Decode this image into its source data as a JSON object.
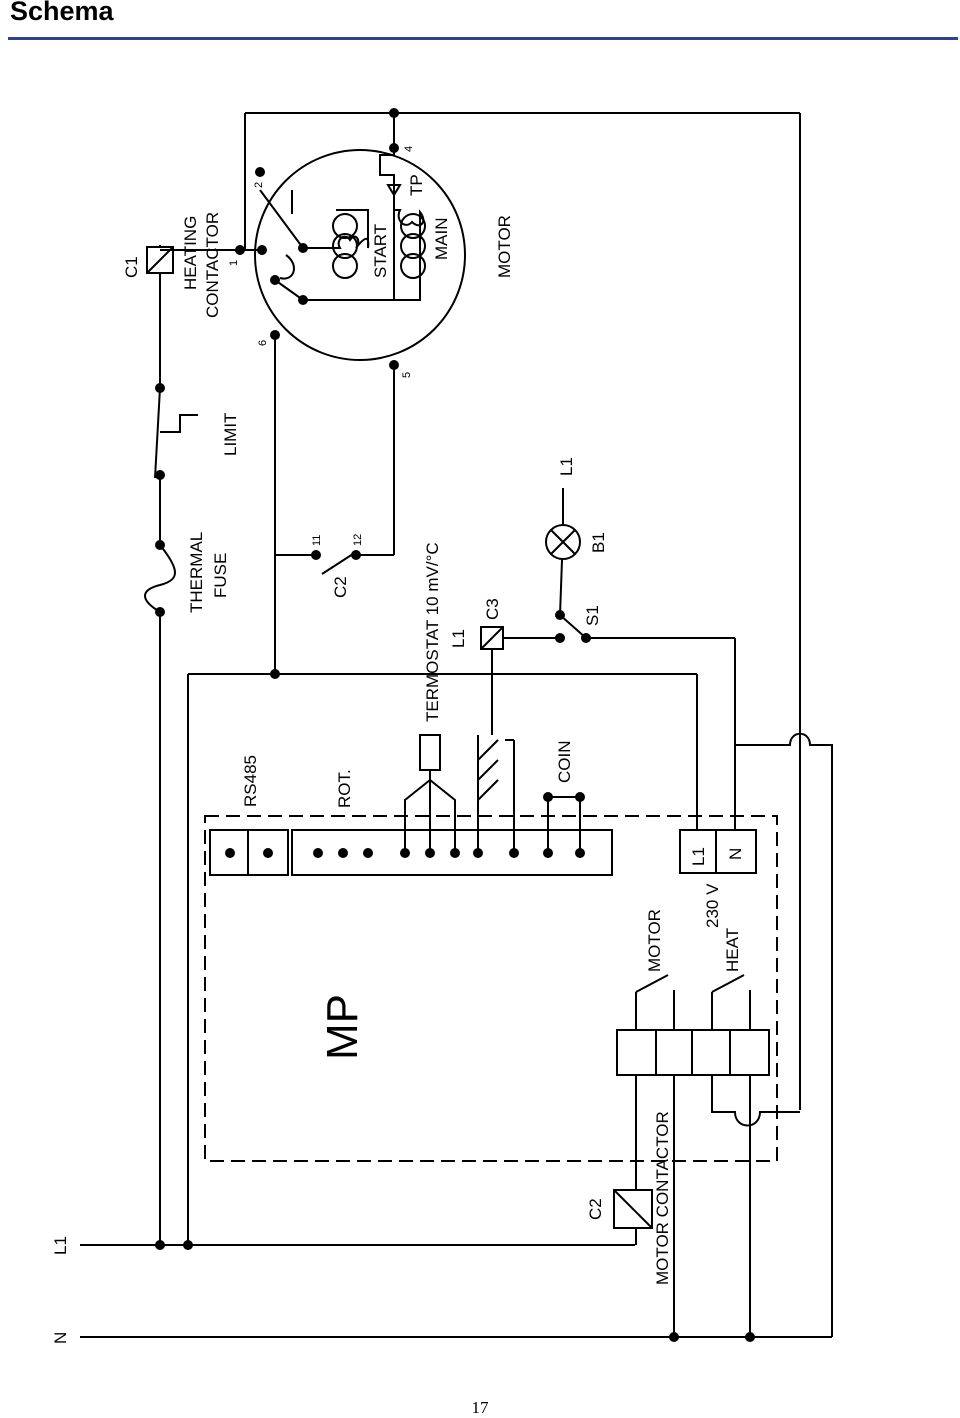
{
  "page": {
    "title": "Schema",
    "page_number": "17",
    "accent_color": "#2a3fa8"
  },
  "diagram": {
    "labels": {
      "c1": "C1",
      "heating": "HEATING",
      "contactor": "CONTACTOR",
      "limit": "LIMIT",
      "thermal": "THERMAL",
      "fuse": "FUSE",
      "motor": "MOTOR",
      "start": "START",
      "main": "MAIN",
      "tp": "TP",
      "t1": "1",
      "t2": "2",
      "t4": "4",
      "t5": "5",
      "t6": "6",
      "t11": "11",
      "t12": "12",
      "c2_switch": "C2",
      "thermostat": "TERMOSTAT 10 mV/°C",
      "l1_c3": "L1",
      "c3": "C3",
      "s1": "S1",
      "b1": "B1",
      "l1_lamp": "L1",
      "rs485": "RS485",
      "rot": "ROT.",
      "coin": "COIN",
      "mp": "MP",
      "l1_term": "L1",
      "n_term": "N",
      "relay_motor": "MOTOR",
      "relay_heat": "HEAT",
      "v230": "230 V",
      "c2_coil": "C2",
      "motor_contactor": "MOTOR CONTACTOR",
      "rail_l1": "L1",
      "rail_n": "N"
    }
  }
}
